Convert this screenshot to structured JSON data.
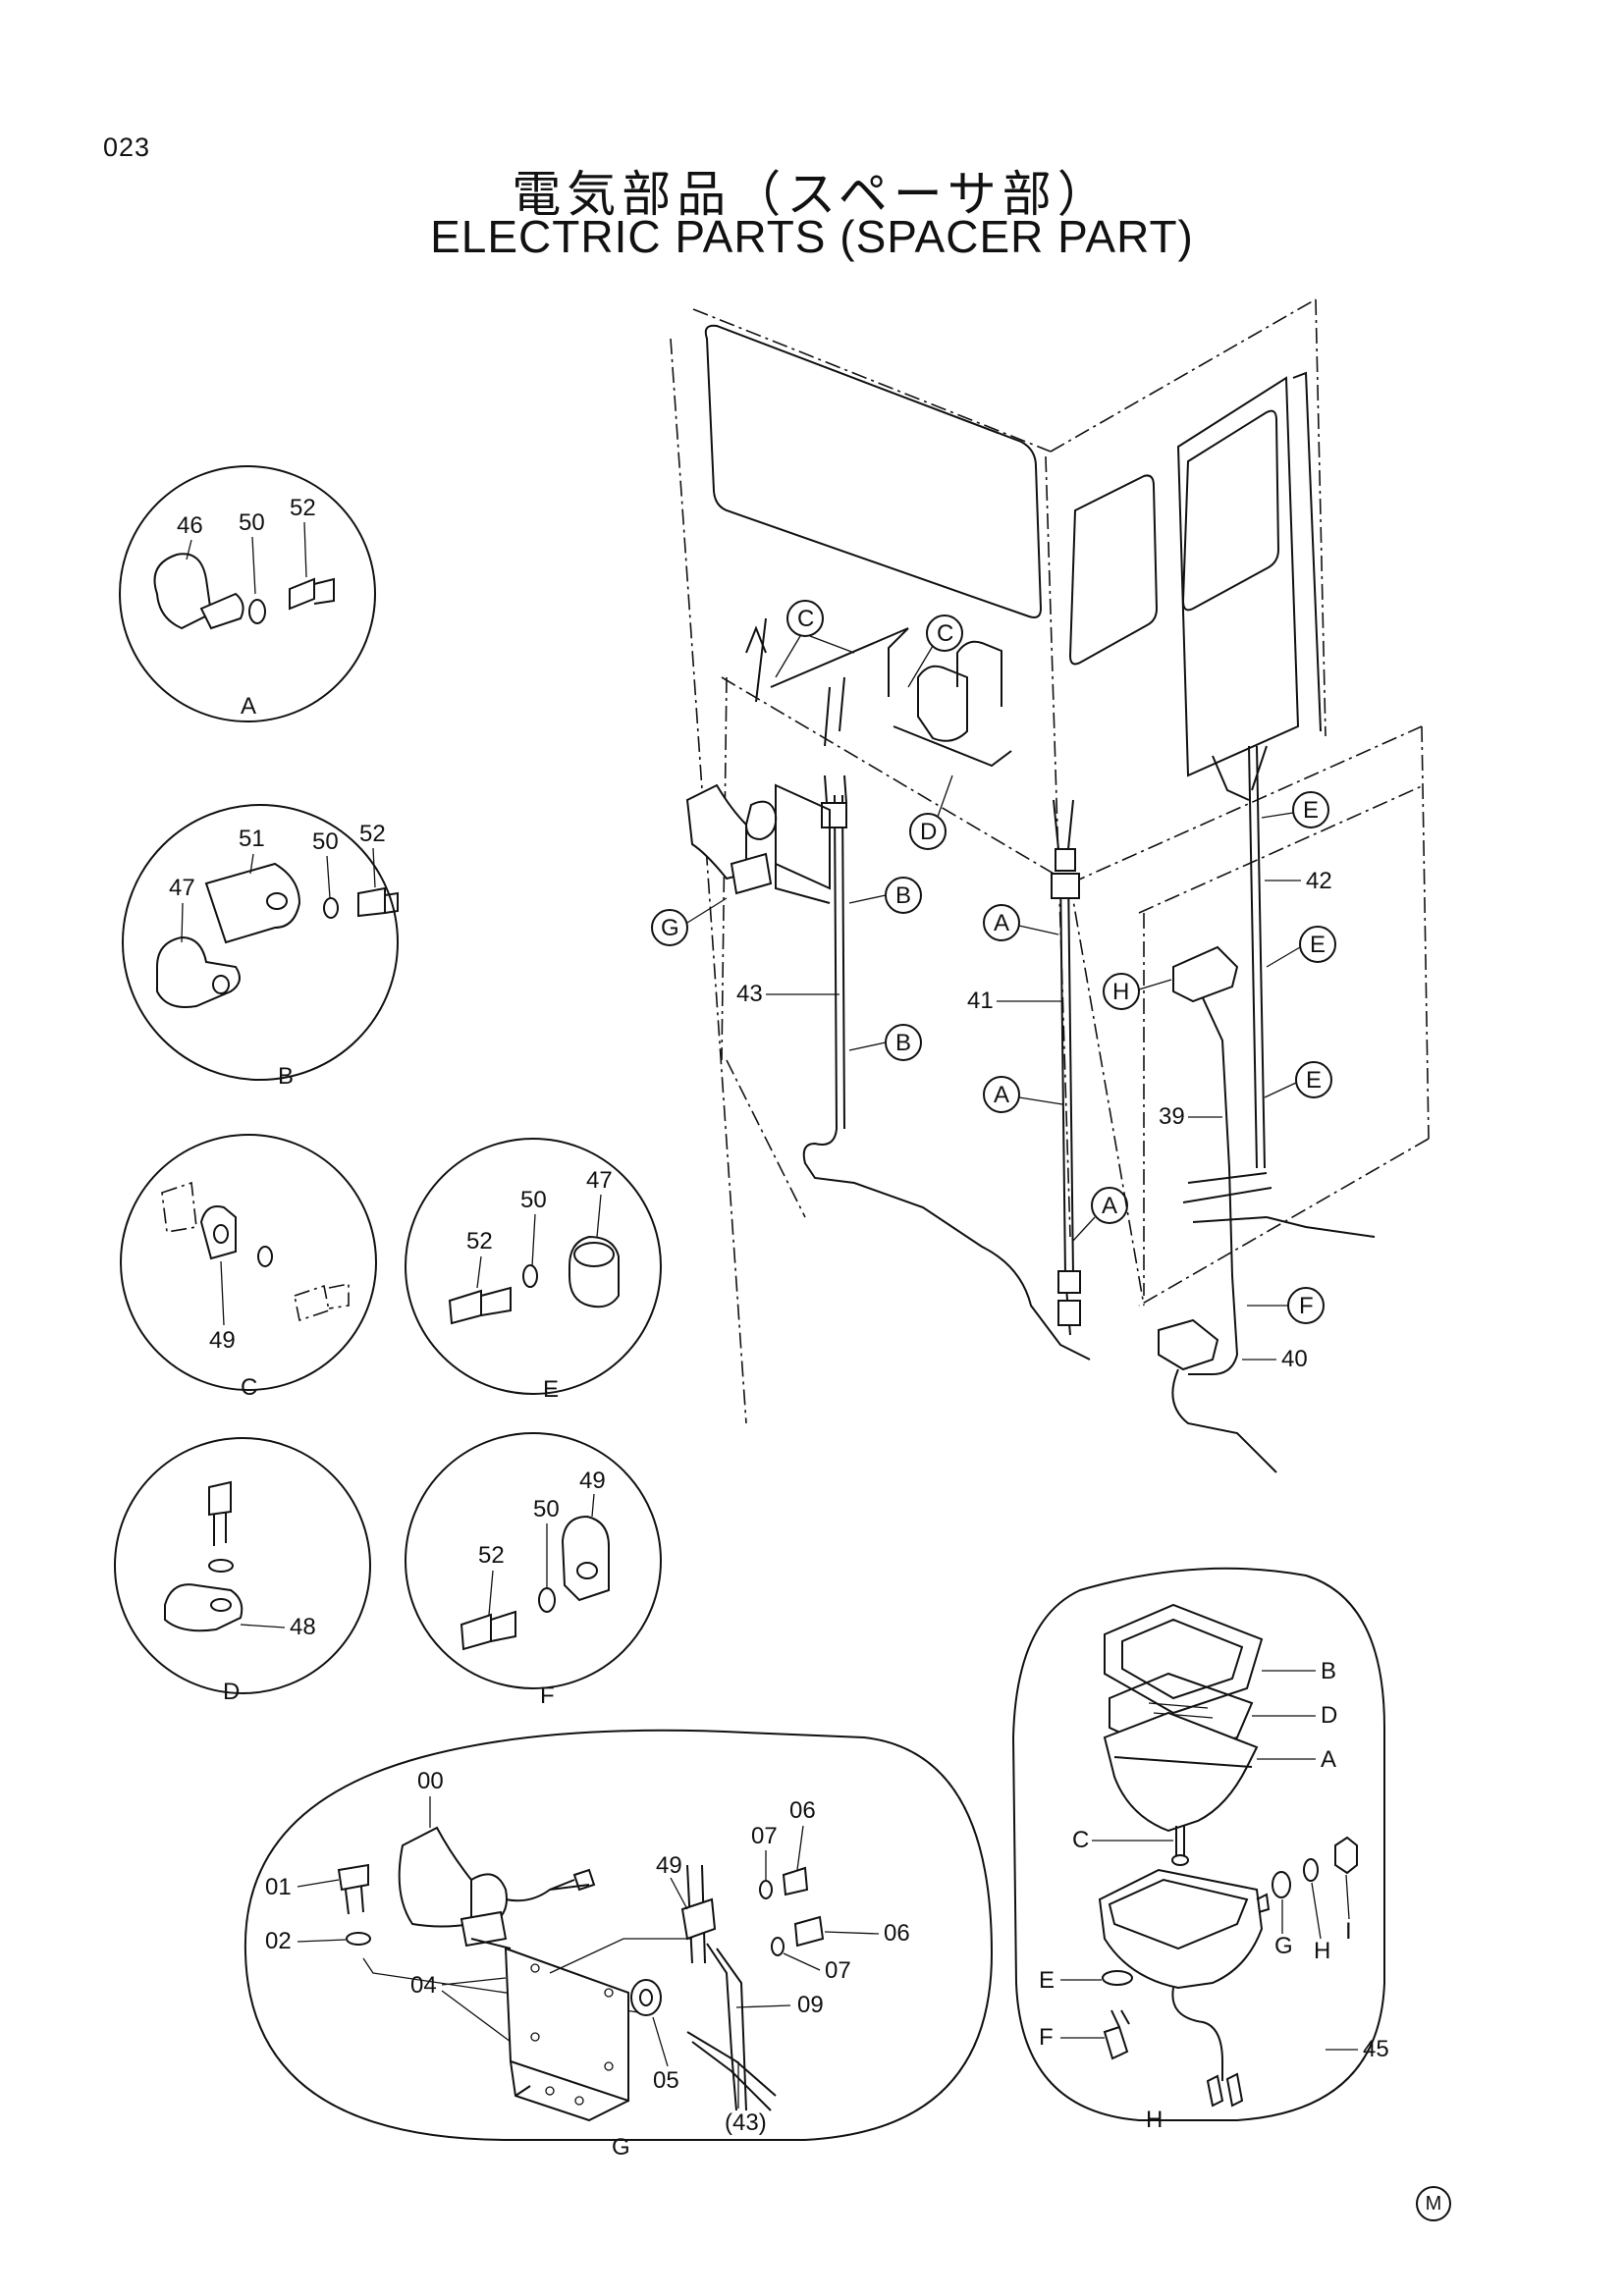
{
  "page_number": "023",
  "title_jp": "電気部品（スペーサ部）",
  "title_en": "ELECTRIC PARTS (SPACER PART)",
  "corner_mark": "M",
  "details": {
    "A": {
      "caption": "A",
      "parts": [
        "46",
        "50",
        "52"
      ]
    },
    "B": {
      "caption": "B",
      "parts": [
        "51",
        "50",
        "52",
        "47"
      ]
    },
    "C": {
      "caption": "C",
      "parts": [
        "49"
      ]
    },
    "E": {
      "caption": "E",
      "parts": [
        "50",
        "47",
        "52"
      ]
    },
    "D": {
      "caption": "D",
      "parts": [
        "48"
      ]
    },
    "F": {
      "caption": "F",
      "parts": [
        "49",
        "50",
        "52"
      ]
    },
    "G": {
      "caption": "G",
      "parts": [
        "00",
        "01",
        "02",
        "04",
        "05",
        "49",
        "07",
        "06",
        "06",
        "07",
        "09",
        "(43)"
      ]
    },
    "H": {
      "caption": "H",
      "parts": [
        "B",
        "D",
        "A",
        "C",
        "G",
        "H",
        "I",
        "E",
        "F",
        "45"
      ]
    }
  },
  "main": {
    "callouts": [
      "C",
      "C",
      "D",
      "G",
      "B",
      "B",
      "A",
      "A",
      "A",
      "E",
      "E",
      "E",
      "H",
      "F"
    ],
    "parts": [
      "42",
      "43",
      "41",
      "39",
      "40"
    ]
  }
}
